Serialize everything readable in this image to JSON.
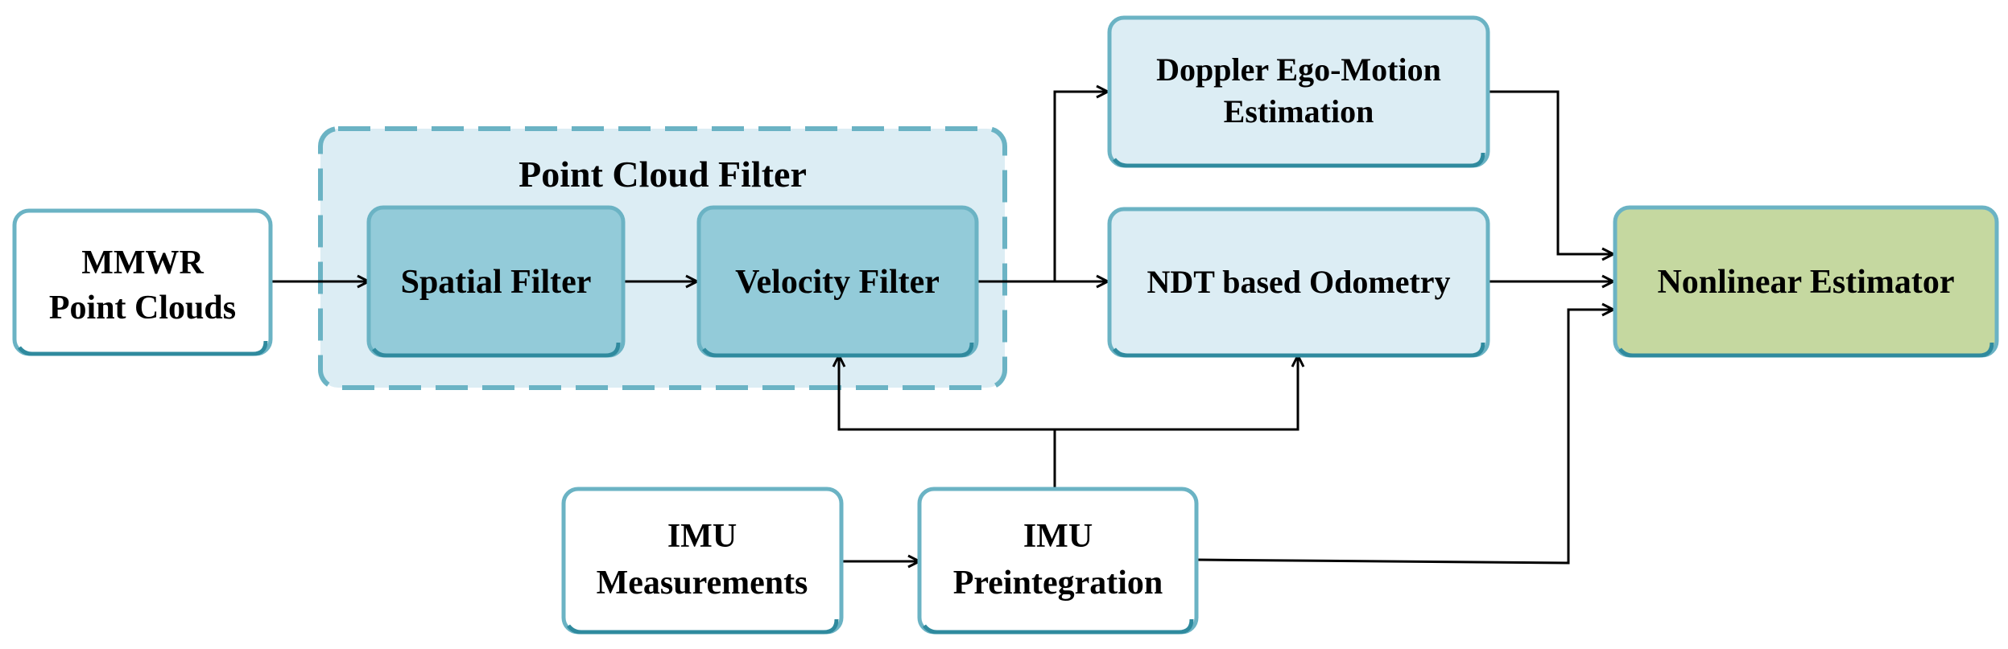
{
  "nodes": {
    "mmwr": {
      "lines": [
        "MMWR",
        "Point Clouds"
      ]
    },
    "pcf_group": {
      "label": "Point Cloud Filter"
    },
    "spatial": {
      "lines": [
        "Spatial Filter"
      ]
    },
    "velocity": {
      "lines": [
        "Velocity Filter"
      ]
    },
    "doppler": {
      "lines": [
        "Doppler Ego-Motion",
        "Estimation"
      ]
    },
    "ndt": {
      "lines": [
        "NDT based Odometry"
      ]
    },
    "nonlinear": {
      "lines": [
        "Nonlinear Estimator"
      ]
    },
    "imu_meas": {
      "lines": [
        "IMU",
        "Measurements"
      ]
    },
    "imu_pre": {
      "lines": [
        "IMU",
        "Preintegration"
      ]
    }
  },
  "edges": [
    {
      "from": "mmwr",
      "to": "spatial"
    },
    {
      "from": "spatial",
      "to": "velocity"
    },
    {
      "from": "velocity",
      "to": "ndt"
    },
    {
      "from": "velocity",
      "to": "doppler"
    },
    {
      "from": "doppler",
      "to": "nonlinear"
    },
    {
      "from": "ndt",
      "to": "nonlinear"
    },
    {
      "from": "imu_meas",
      "to": "imu_pre"
    },
    {
      "from": "imu_pre",
      "to": "velocity"
    },
    {
      "from": "imu_pre",
      "to": "ndt"
    },
    {
      "from": "imu_pre",
      "to": "nonlinear"
    }
  ],
  "colors": {
    "outline": "#6bb3c4",
    "outline_dark": "#2f8a9e",
    "light_fill": "#dcedf4",
    "filter_fill": "#93cbd9",
    "estimator_fill": "#c5d8a0",
    "white_fill": "#ffffff",
    "arrow": "#000000"
  }
}
